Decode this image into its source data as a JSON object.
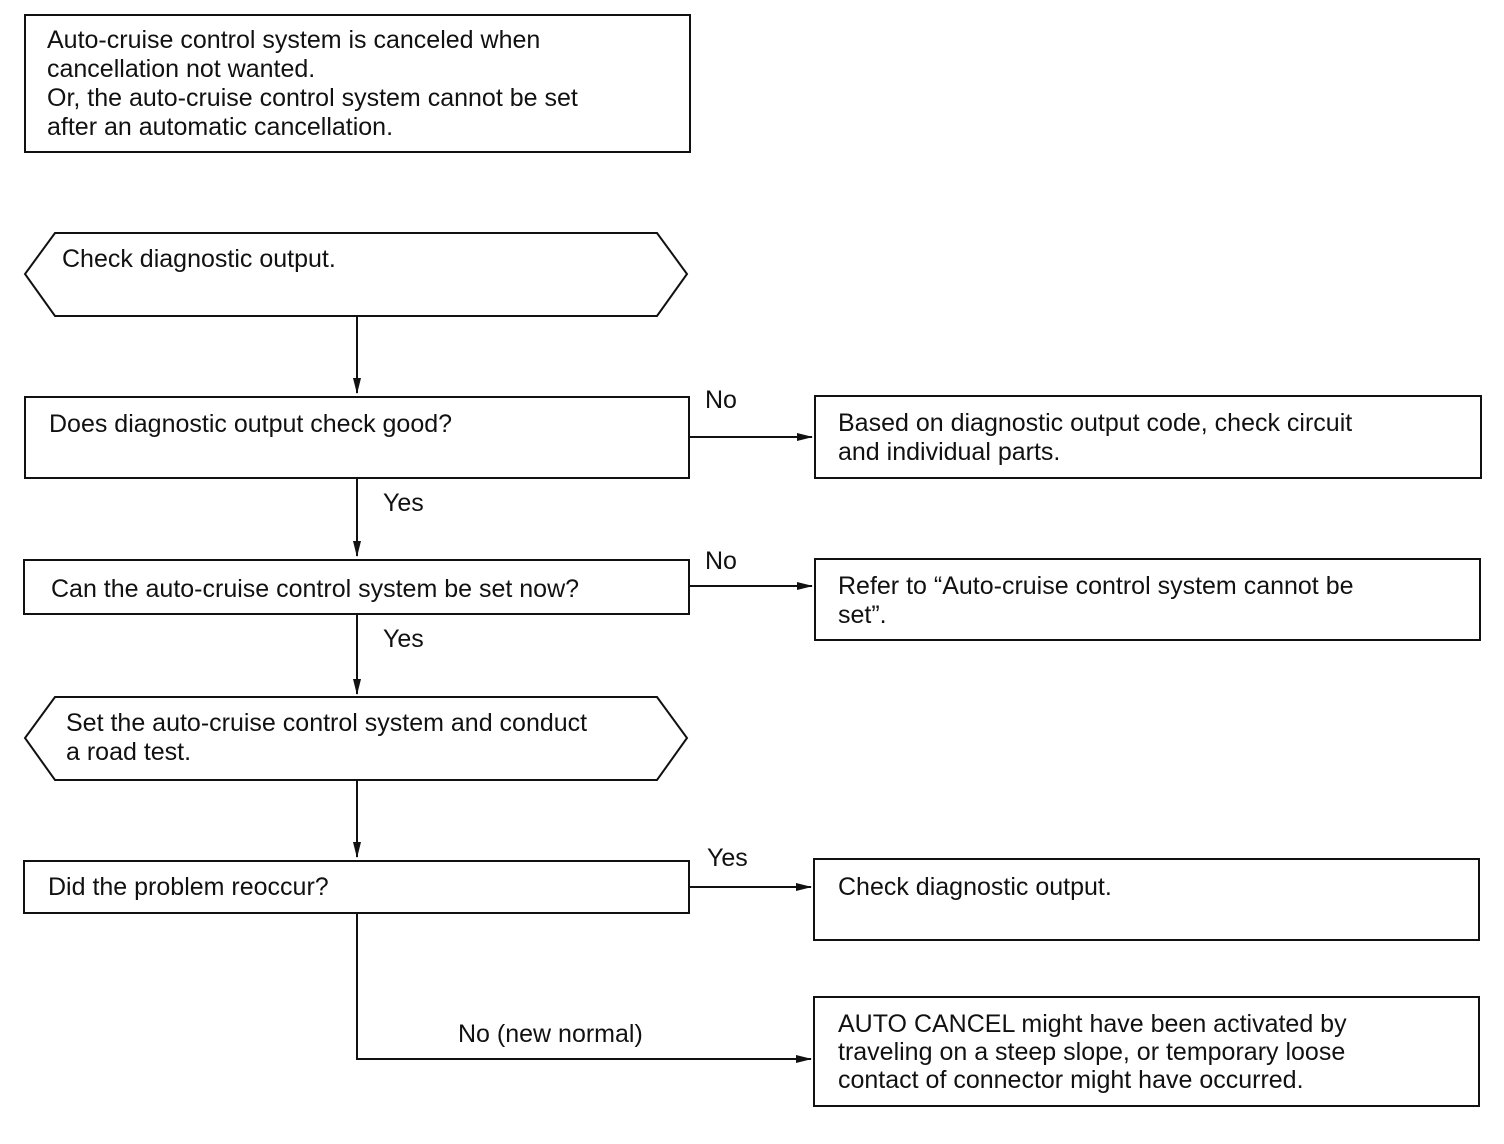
{
  "flowchart": {
    "start": {
      "line1": "Auto-cruise control system is canceled when",
      "line2": "cancellation not wanted.",
      "line3": "Or, the auto-cruise control system cannot be set",
      "line4": "after an automatic cancellation."
    },
    "step_check_output": "Check diagnostic output.",
    "decision_output_good": "Does diagnostic output check good?",
    "result_check_circuit": {
      "line1": "Based on diagnostic output code, check circuit",
      "line2": "and individual parts."
    },
    "decision_can_set": "Can the auto-cruise control system be set now?",
    "result_refer": {
      "line1": "Refer to “Auto-cruise control system cannot be",
      "line2": "set”."
    },
    "step_road_test": {
      "line1": "Set the auto-cruise control system and conduct",
      "line2": "a road test."
    },
    "decision_reoccur": "Did the problem reoccur?",
    "result_check_output": "Check diagnostic output.",
    "result_auto_cancel": {
      "line1": "AUTO CANCEL might have been activated by",
      "line2": "traveling on a steep slope, or temporary loose",
      "line3": "contact of connector might have occurred."
    },
    "labels": {
      "no_1": "No",
      "yes_1": "Yes",
      "no_2": "No",
      "yes_2": "Yes",
      "yes_3": "Yes",
      "no_new_normal": "No (new normal)"
    }
  },
  "colors": {
    "line": "#111111",
    "background": "#ffffff",
    "text": "#111111"
  }
}
